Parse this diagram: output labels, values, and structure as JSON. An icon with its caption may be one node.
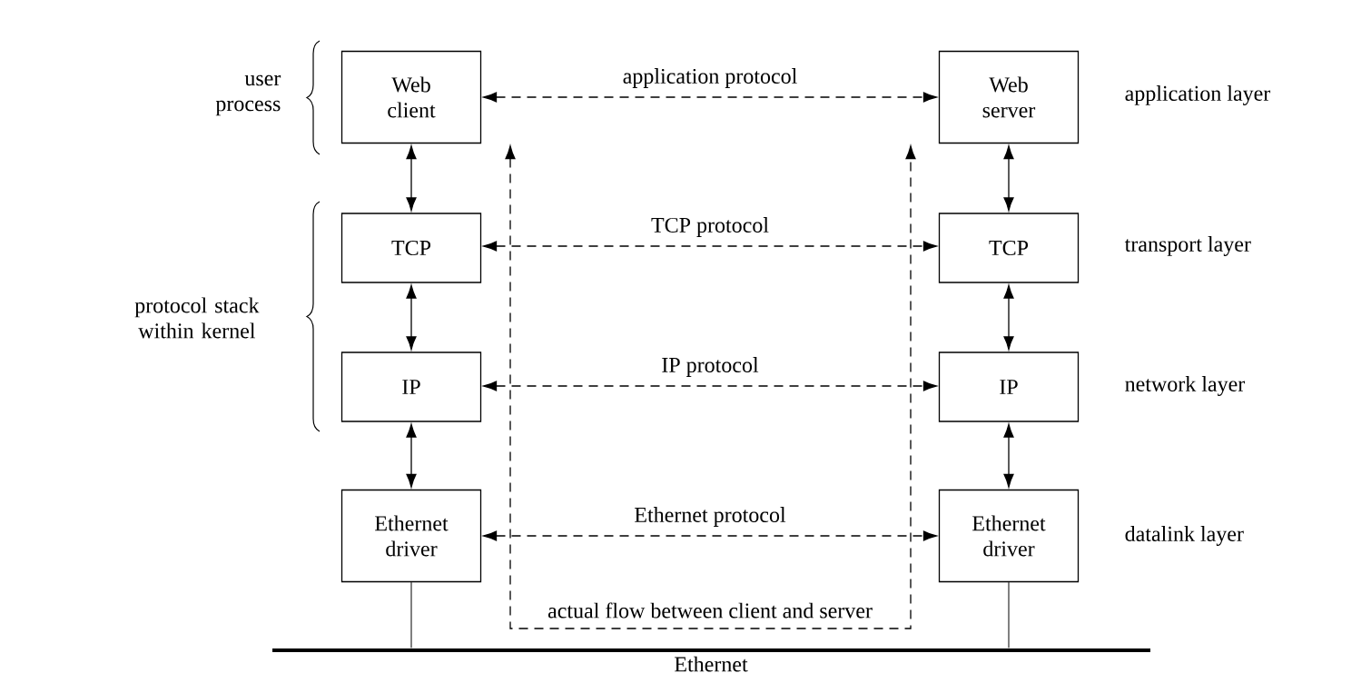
{
  "diagram": {
    "nodes": [
      {
        "text": [
          "Web client"
        ]
      },
      {
        "text": [
          "TCP"
        ]
      },
      {
        "text": [
          "IP"
        ]
      },
      {
        "text": [
          "Ethernet driver"
        ]
      },
      {
        "text": [
          "Web server"
        ]
      },
      {
        "text": [
          "TCP"
        ]
      },
      {
        "text": [
          "IP"
        ]
      },
      {
        "text": [
          "Ethernet driver"
        ]
      },
      {
        "text": [
          "Ethernet"
        ]
      }
    ],
    "edges": [
      {
        "from": 0,
        "to": 4,
        "arrow": "both",
        "style": "dashed",
        "label": "application protocol"
      },
      {
        "from": 1,
        "to": 5,
        "arrow": "both",
        "style": "dashed",
        "label": "TCP protocol"
      },
      {
        "from": 2,
        "to": 6,
        "arrow": "both",
        "style": "dashed",
        "label": "IP protocol"
      },
      {
        "from": 3,
        "to": 7,
        "arrow": "both",
        "style": "dashed",
        "label": "Ethernet protocol"
      },
      {
        "from": 0,
        "to": 4,
        "arrow": "both",
        "style": "dashed",
        "label": "actual flow between client and server"
      },
      {
        "from": 0,
        "to": 1,
        "arrow": "both"
      },
      {
        "from": 1,
        "to": 2,
        "arrow": "both"
      },
      {
        "from": 2,
        "to": 3,
        "arrow": "both"
      },
      {
        "from": 4,
        "to": 5,
        "arrow": "both"
      },
      {
        "from": 5,
        "to": 6,
        "arrow": "both"
      },
      {
        "from": 6,
        "to": 7,
        "arrow": "both"
      },
      {
        "from": 3,
        "to": 8,
        "arrow": "none"
      },
      {
        "from": 7,
        "to": 8,
        "arrow": "none"
      }
    ],
    "labels": [
      "user process",
      "protocol stack within kernel",
      "application layer",
      "transport layer",
      "network layer",
      "datalink layer"
    ]
  }
}
